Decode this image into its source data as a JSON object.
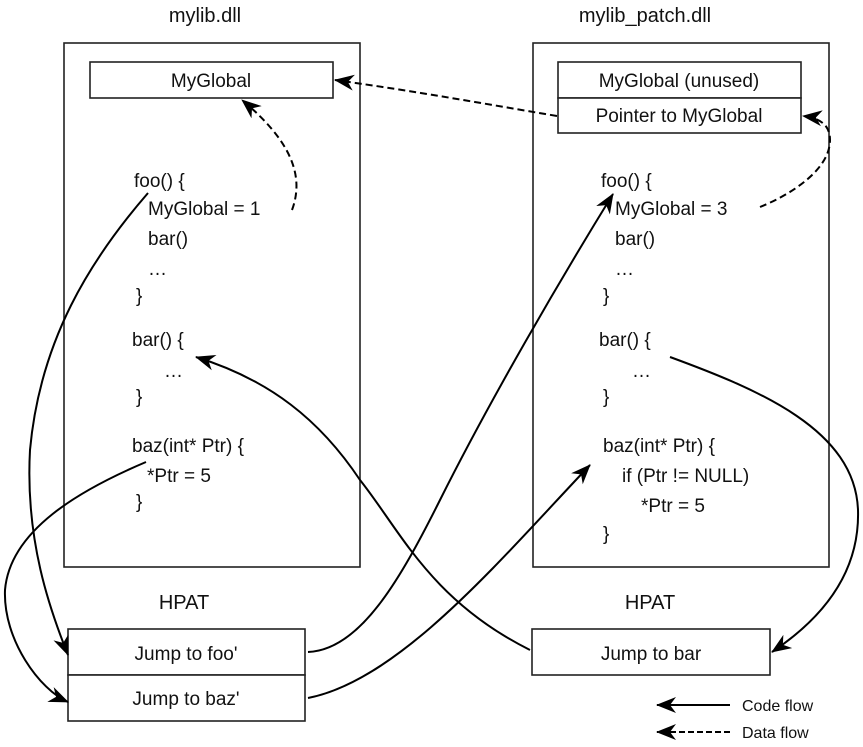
{
  "diagram": {
    "left_module": {
      "title": "mylib.dll",
      "global_box": "MyGlobal",
      "code_lines": [
        "foo() {",
        "MyGlobal = 1",
        "bar()",
        "…",
        "}",
        "bar() {",
        "…",
        "}",
        "baz(int* Ptr) {",
        "*Ptr = 5",
        "}"
      ],
      "hpat_label": "HPAT",
      "hpat_entries": [
        "Jump to foo'",
        "Jump to baz'"
      ]
    },
    "right_module": {
      "title": "mylib_patch.dll",
      "global_boxes": [
        "MyGlobal (unused)",
        "Pointer to MyGlobal"
      ],
      "code_lines": [
        "foo() {",
        "MyGlobal = 3",
        "bar()",
        "…",
        "}",
        "bar() {",
        "…",
        "}",
        "baz(int* Ptr) {",
        "if (Ptr != NULL)",
        "*Ptr = 5",
        "}"
      ],
      "hpat_label": "HPAT",
      "hpat_entries": [
        "Jump to bar"
      ]
    },
    "edges": [
      {
        "type": "code",
        "from": "mylib.foo",
        "to": "mylib.HPAT.Jump to foo'"
      },
      {
        "type": "code",
        "from": "mylib.baz",
        "to": "mylib.HPAT.Jump to baz'"
      },
      {
        "type": "code",
        "from": "mylib.HPAT.Jump to foo'",
        "to": "mylib_patch.foo"
      },
      {
        "type": "code",
        "from": "mylib.HPAT.Jump to baz'",
        "to": "mylib_patch.baz"
      },
      {
        "type": "code",
        "from": "mylib_patch.bar",
        "to": "mylib_patch.HPAT.Jump to bar"
      },
      {
        "type": "code",
        "from": "mylib_patch.HPAT.Jump to bar",
        "to": "mylib.bar"
      },
      {
        "type": "data",
        "from": "mylib.foo.MyGlobal = 1",
        "to": "mylib.MyGlobal"
      },
      {
        "type": "data",
        "from": "mylib_patch.foo.MyGlobal = 3",
        "to": "mylib_patch.Pointer to MyGlobal"
      },
      {
        "type": "data",
        "from": "mylib_patch.Pointer to MyGlobal",
        "to": "mylib.MyGlobal"
      }
    ],
    "legend": {
      "code_flow": "Code flow",
      "data_flow": "Data flow"
    }
  }
}
